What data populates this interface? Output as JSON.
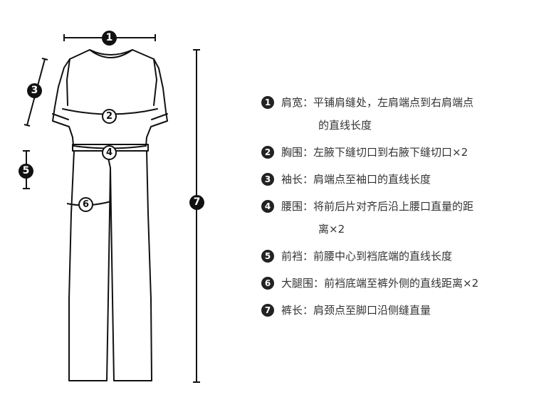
{
  "markers": [
    "1",
    "2",
    "3",
    "4",
    "5",
    "6",
    "7"
  ],
  "legend": [
    {
      "marker": "1",
      "line1": "肩宽：平铺肩缝处，左肩端点到右肩端点",
      "line2": "的直线长度"
    },
    {
      "marker": "2",
      "line1": "胸围：左腋下缝切口到右腋下缝切口×2",
      "line2": ""
    },
    {
      "marker": "3",
      "line1": "袖长：肩端点至袖口的直线长度",
      "line2": ""
    },
    {
      "marker": "4",
      "line1": "腰围：将前后片对齐后沿上腰口直量的距",
      "line2": "离×2"
    },
    {
      "marker": "5",
      "line1": "前裆：前腰中心到裆底端的直线长度",
      "line2": ""
    },
    {
      "marker": "6",
      "line1": "大腿围：前裆底端至裤外侧的直线距离×2",
      "line2": ""
    },
    {
      "marker": "7",
      "line1": "裤长：肩颈点至脚口沿侧缝直量",
      "line2": ""
    }
  ]
}
